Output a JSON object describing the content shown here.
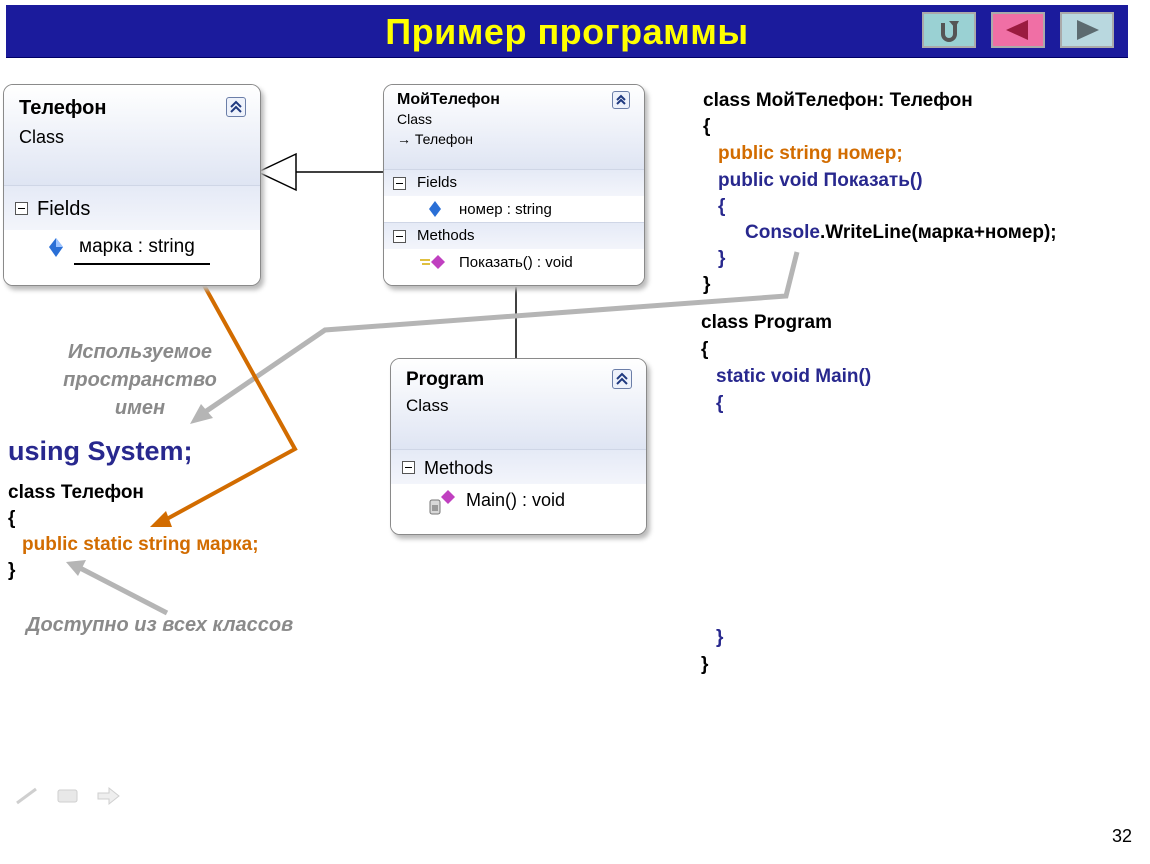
{
  "title": "Пример программы",
  "nav": {
    "return": "return-icon",
    "prev": "arrow-left-icon",
    "next": "arrow-right-icon"
  },
  "telefon": {
    "name": "Телефон",
    "type": "Class",
    "fields_label": "Fields",
    "field": "марка : string"
  },
  "moytelefon": {
    "name": "МойТелефон",
    "type": "Class",
    "base": "Телефон",
    "fields_label": "Fields",
    "field": "номер : string",
    "methods_label": "Methods",
    "method": "Показать() : void"
  },
  "program": {
    "name": "Program",
    "type": "Class",
    "methods_label": "Methods",
    "method": "Main() : void"
  },
  "labels": {
    "namespace": [
      "Используемое",
      "пространство",
      "имен"
    ],
    "access": "Доступно из всех классов"
  },
  "left_code": {
    "using": "using System;",
    "line1": "class Телефон",
    "line2": "{",
    "line3": "public static string марка;",
    "line4": "}"
  },
  "right_code": {
    "l1": "class МойТелефон: Телефон",
    "l2": "{",
    "l3": "public string номер;",
    "l4": "public void Показать()",
    "l5": "{",
    "l6a": "Console",
    "l6b": ".WriteLine(марка+номер);",
    "l7": "}",
    "l8": "}",
    "l9": "class Program",
    "l10": "{",
    "l11": "static void Main()",
    "l12": "{",
    "l13": "}",
    "l14": "}"
  },
  "page_number": "32",
  "colors": {
    "title_bg": "#1b1b9c",
    "title_text": "#ffff00",
    "keyword_blue": "#28288e",
    "accent_orange": "#d26c00",
    "hint_gray": "#8a8a8a"
  }
}
